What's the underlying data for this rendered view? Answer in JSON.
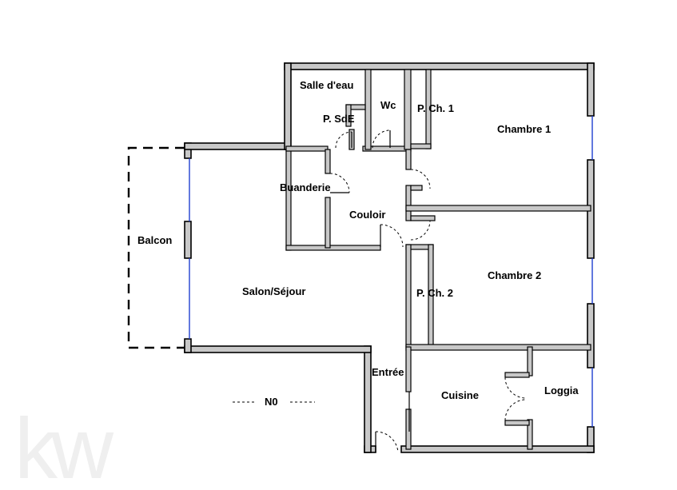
{
  "plan": {
    "level_label": "N0",
    "rooms": {
      "salle_deau": "Salle d'eau",
      "wc": "Wc",
      "p_ch1": "P. Ch. 1",
      "chambre1": "Chambre 1",
      "p_sde": "P. SdE",
      "buanderie": "Buanderie",
      "couloir": "Couloir",
      "balcon": "Balcon",
      "salon": "Salon/Séjour",
      "chambre2": "Chambre 2",
      "p_ch2": "P. Ch. 2",
      "entree": "Entrée",
      "cuisine": "Cuisine",
      "loggia": "Loggia"
    }
  },
  "branding": {
    "logo_icon": "kw-logo"
  },
  "colors": {
    "wall_fill": "#c8c8c8",
    "window": "#1f3fd0"
  }
}
